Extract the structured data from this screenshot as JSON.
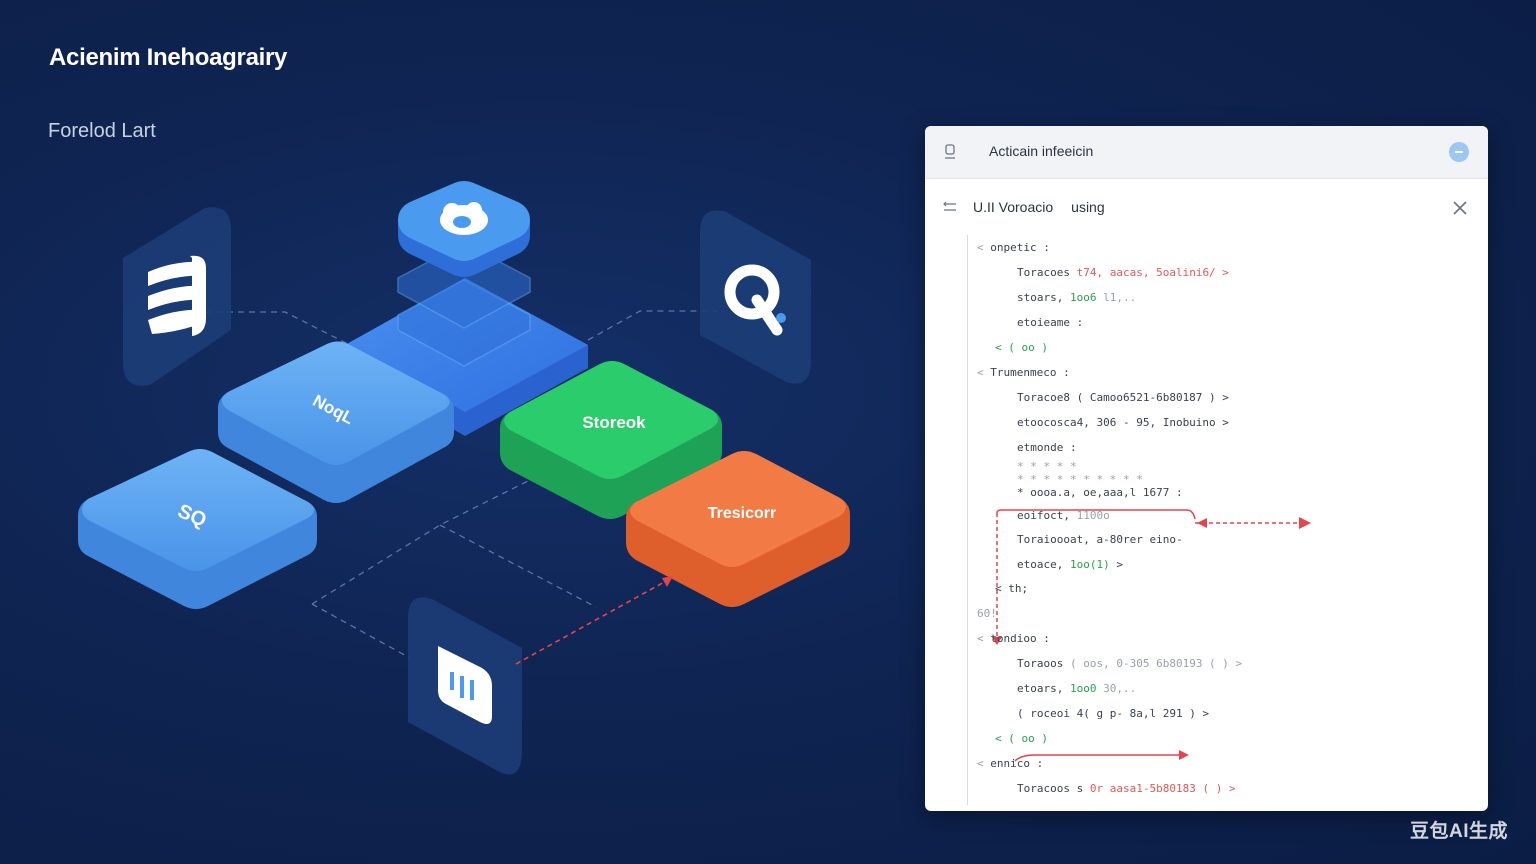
{
  "header": {
    "title": "Acienim Inehoagrairy",
    "subtitle": "Forelod Lart"
  },
  "diagram": {
    "nodes": {
      "nosql": {
        "label": "NoqL",
        "color": "#5aa6ee"
      },
      "sql": {
        "label": "SQ",
        "color": "#5aa6ee"
      },
      "storage": {
        "label": "Storeok",
        "color": "#25c46a"
      },
      "transaction": {
        "label": "Tresicorr",
        "color": "#ee6f3a"
      },
      "base_slab": {
        "color": "#3d86ea"
      }
    },
    "icons": {
      "top_stack": "cloud-stack-icon",
      "left": "database-stack-icon",
      "right": "query-search-icon",
      "bottom": "bar-chart-icon"
    },
    "colors": {
      "accent_blue": "#4a9bf0",
      "dashed_line": "#6f86b8",
      "arrow_red": "#e4454c"
    }
  },
  "panel": {
    "title": "Acticain infeeicin",
    "toolbar_label": "U.II Voroacio",
    "toolbar_suffix": "using",
    "lines": [
      {
        "indent": 0,
        "parts": [
          {
            "t": "< ",
            "c": "c-grey"
          },
          {
            "t": "onpetic :",
            "c": "c-dark"
          }
        ]
      },
      {
        "indent": 2,
        "parts": [
          {
            "t": "Toracoes ",
            "c": "c-dark"
          },
          {
            "t": "t74, aacas, 5oalini6/ >",
            "c": "c-red"
          }
        ]
      },
      {
        "indent": 2,
        "parts": [
          {
            "t": "stoars, ",
            "c": "c-dark"
          },
          {
            "t": "1oo6 ",
            "c": "c-green"
          },
          {
            "t": "l1,..",
            "c": "c-grey"
          }
        ]
      },
      {
        "indent": 2,
        "parts": [
          {
            "t": "etoieame :",
            "c": "c-dark"
          }
        ]
      },
      {
        "indent": 1,
        "parts": [
          {
            "t": "< ( oo )",
            "c": "c-green"
          }
        ]
      },
      {
        "indent": 0,
        "parts": [
          {
            "t": "< ",
            "c": "c-grey"
          },
          {
            "t": "Trumenmeco :",
            "c": "c-dark"
          }
        ]
      },
      {
        "indent": 2,
        "parts": [
          {
            "t": "Toracoe8 ( Camoo6521-6b80187 ) >",
            "c": "c-dark"
          }
        ]
      },
      {
        "indent": 2,
        "parts": [
          {
            "t": "etoocosca4, 306 - 95, Inobuino >",
            "c": "c-dark"
          }
        ]
      },
      {
        "indent": 2,
        "parts": [
          {
            "t": "etmonde :",
            "c": "c-dark"
          }
        ]
      },
      {
        "indent": 2,
        "parts": [
          {
            "t": "* * * * *",
            "c": "c-grey"
          }
        ]
      },
      {
        "indent": 2,
        "parts": [
          {
            "t": "* * * * * * * * * *",
            "c": "c-grey"
          }
        ]
      },
      {
        "indent": 2,
        "parts": [
          {
            "t": "* oooa.a, oe,aaa,l 1677 :",
            "c": "c-dark"
          }
        ]
      },
      {
        "indent": 2,
        "parts": [
          {
            "t": "eoifoct, ",
            "c": "c-dark"
          },
          {
            "t": "1100o",
            "c": "c-grey"
          }
        ]
      },
      {
        "indent": 2,
        "parts": [
          {
            "t": "Toraioooat, a-80rer eino-",
            "c": "c-dark"
          }
        ]
      },
      {
        "indent": 2,
        "parts": [
          {
            "t": "etoace, ",
            "c": "c-dark"
          },
          {
            "t": "1oo(1)",
            "c": "c-green"
          },
          {
            "t": " >",
            "c": "c-dark"
          }
        ]
      },
      {
        "indent": 1,
        "parts": [
          {
            "t": "< th;",
            "c": "c-dark"
          }
        ]
      },
      {
        "indent": 0,
        "parts": [
          {
            "t": "60!",
            "c": "c-grey"
          }
        ]
      },
      {
        "indent": 0,
        "parts": [
          {
            "t": "< ",
            "c": "c-grey"
          },
          {
            "t": "tondioo :",
            "c": "c-dark"
          }
        ]
      },
      {
        "indent": 2,
        "parts": [
          {
            "t": "Toraoos ",
            "c": "c-dark"
          },
          {
            "t": "( oos, 0-305 6b80193 ( ) >",
            "c": "c-grey"
          }
        ]
      },
      {
        "indent": 2,
        "parts": [
          {
            "t": "etoars, ",
            "c": "c-dark"
          },
          {
            "t": "1oo0 ",
            "c": "c-green"
          },
          {
            "t": "30,..",
            "c": "c-grey"
          }
        ]
      },
      {
        "indent": 2,
        "parts": [
          {
            "t": "( roceoi 4( g ",
            "c": "c-dark"
          },
          {
            "t": "p- 8a,l 291 ) >",
            "c": "c-dark"
          }
        ]
      },
      {
        "indent": 1,
        "parts": [
          {
            "t": "< ( oo )",
            "c": "c-green"
          }
        ]
      },
      {
        "indent": 0,
        "parts": [
          {
            "t": "< ",
            "c": "c-grey"
          },
          {
            "t": "ennico :",
            "c": "c-dark"
          }
        ]
      },
      {
        "indent": 2,
        "parts": [
          {
            "t": "Toracoos s ",
            "c": "c-dark"
          },
          {
            "t": "0r aasa1-5b80183 ( ) >",
            "c": "c-red"
          }
        ]
      }
    ]
  },
  "watermark": "豆包AI生成"
}
